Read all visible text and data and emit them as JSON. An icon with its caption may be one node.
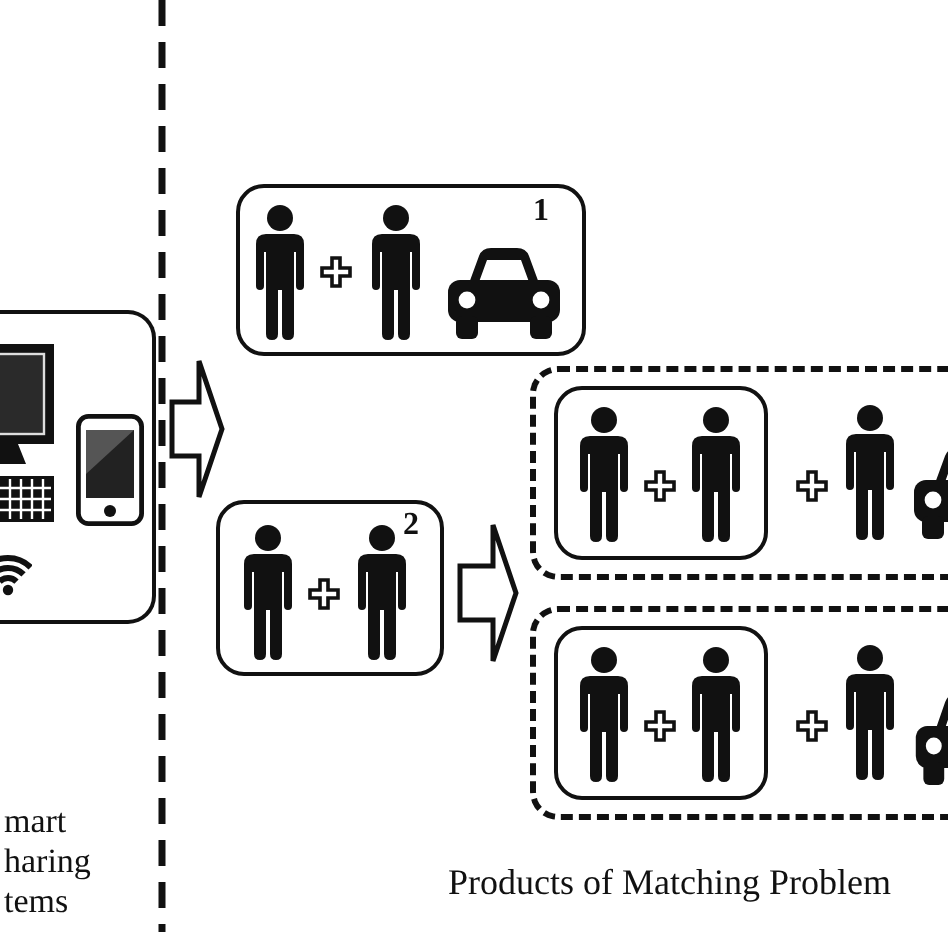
{
  "diagram": {
    "nodes": [
      {
        "text": [],
        "shape": "box"
      },
      {
        "text": [
          "1"
        ]
      },
      {
        "text": [
          "2"
        ]
      },
      {
        "text": [],
        "shape": "box"
      },
      {
        "text": [],
        "shape": "box",
        "in": 3
      },
      {
        "text": [],
        "shape": "box"
      },
      {
        "text": [],
        "shape": "box",
        "in": 5
      }
    ],
    "edges": [
      {
        "from": 0,
        "to": 1,
        "arrow": "to"
      },
      {
        "from": 0,
        "to": 2,
        "arrow": "to"
      },
      {
        "from": 2,
        "to": 3,
        "arrow": "to"
      },
      {
        "from": 2,
        "to": 5,
        "arrow": "to"
      }
    ],
    "labels": [
      "mart haring tems",
      "Products of Matching Problem"
    ]
  }
}
